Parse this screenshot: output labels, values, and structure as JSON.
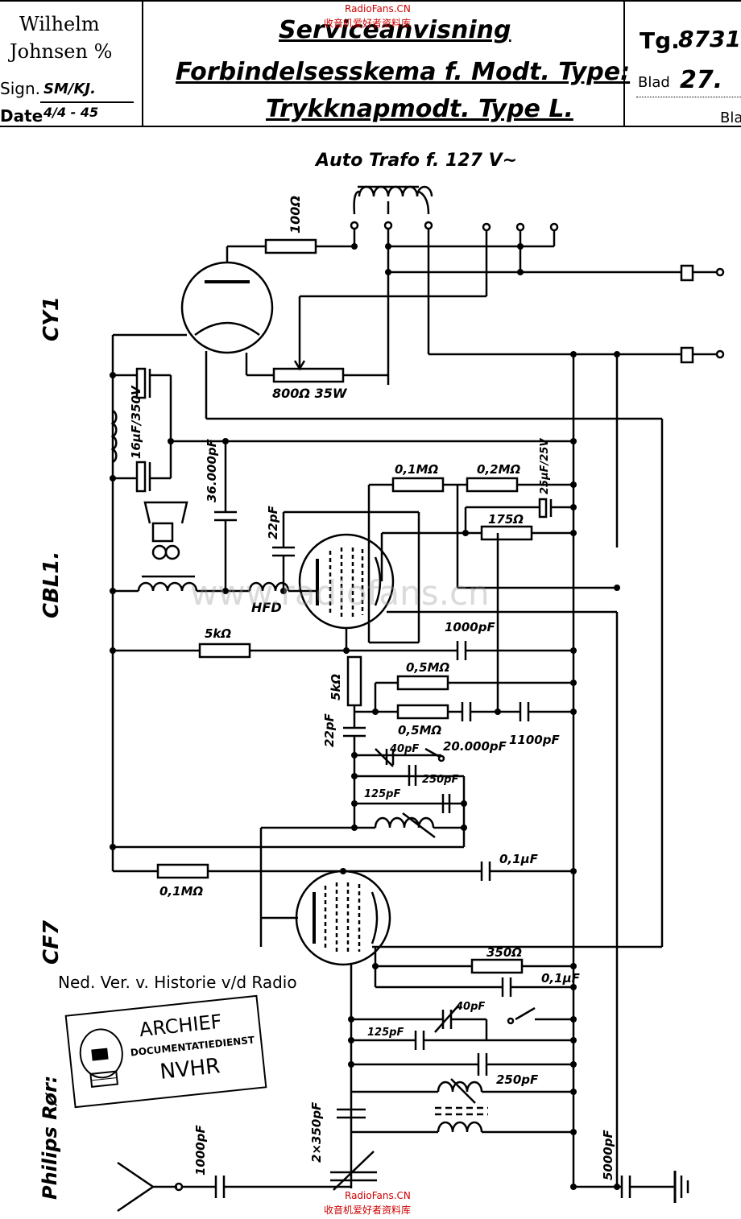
{
  "header": {
    "company_line1": "Wilhelm",
    "company_line2": "Johnsen %",
    "sign_label": "Sign.",
    "sign_value": "SM/KJ.",
    "date_label": "Date",
    "date_value": "4/4 - 45",
    "title_line1": "Serviceanvisning",
    "title_line2": "Forbindelsesskema f. Modt. Type:",
    "title_line3": "Trykknapmodt. Type L.",
    "tg_label": "Tg.",
    "tg_value": "8731",
    "blad_label": "Blad",
    "blad_value": "27.",
    "blad_cut": "Bla"
  },
  "watermarks": {
    "top_site": "RadioFans.CN",
    "top_cn": "收音机爱好者资料库",
    "center": "www.radiofans.cn",
    "bottom_site": "RadioFans.CN",
    "bottom_cn": "收音机爱好者资料库"
  },
  "tubes": {
    "rectifier": "CY1",
    "output": "CBL1.",
    "converter": "CF7",
    "origin": "Philips Rør:"
  },
  "labels": {
    "auto_trafo": "Auto Trafo f. 127 V~",
    "r_100": "100Ω",
    "r_800": "800Ω 35W",
    "c_16": "16μF/350V",
    "c_36000": "36.000pF",
    "c_22a": "22pF",
    "hfd": "HFD",
    "r_01a": "0,1MΩ",
    "r_02": "0,2MΩ",
    "c_25": "25μF/25V",
    "r_175": "175Ω",
    "r_5k_a": "5kΩ",
    "c_1000a": "1000pF",
    "r_5k_b": "5kΩ",
    "r_05a": "0,5MΩ",
    "r_05b": "0,5MΩ",
    "c_22b": "22pF",
    "c_20000": "20.000pF",
    "c_1100": "1100pF",
    "c_40a": "40pF",
    "c_250a": "250pF",
    "c_125a": "125pF",
    "r_01b": "0,1MΩ",
    "c_01a": "0,1μF",
    "r_350": "350Ω",
    "c_01b": "0,1μF",
    "c_40b": "40pF",
    "c_125b": "125pF",
    "c_250b": "250pF",
    "c_2x350": "2×350pF",
    "c_1000b": "1000pF",
    "c_5000": "5000pF"
  },
  "archive_note": "Ned. Ver. v. Historie v/d Radio",
  "stamp": {
    "line1": "ARCHIEF",
    "line2": "DOCUMENTATIEDIENST",
    "line3": "NVHR"
  }
}
